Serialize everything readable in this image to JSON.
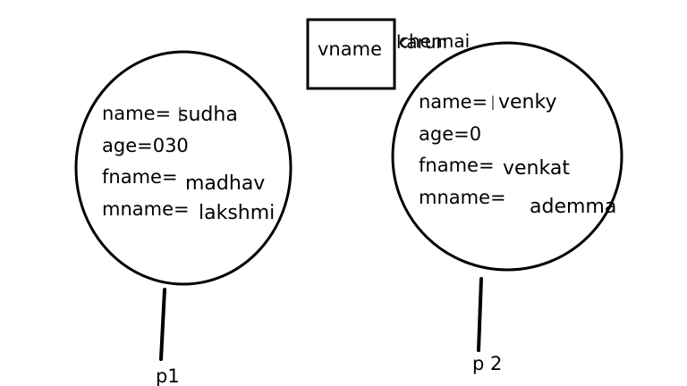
{
  "colors": {
    "ink": "#000000",
    "paper": "#ffffff"
  },
  "variable": {
    "name": "vname",
    "overlapping_values": [
      "karun",
      "chennai"
    ]
  },
  "objects": [
    {
      "reference": "p1",
      "fields": [
        {
          "label": "name=",
          "value": "sudha"
        },
        {
          "label": "age=030",
          "value": ""
        },
        {
          "label": "fname=",
          "value": "madhav"
        },
        {
          "label": "mname=",
          "value": "lakshmi"
        }
      ]
    },
    {
      "reference": "p 2",
      "fields": [
        {
          "label": "name=",
          "value": "venky"
        },
        {
          "label": "age=0",
          "value": ""
        },
        {
          "label": "fname=",
          "value": "venkat"
        },
        {
          "label": "mname=",
          "value": "ademma"
        }
      ]
    }
  ]
}
